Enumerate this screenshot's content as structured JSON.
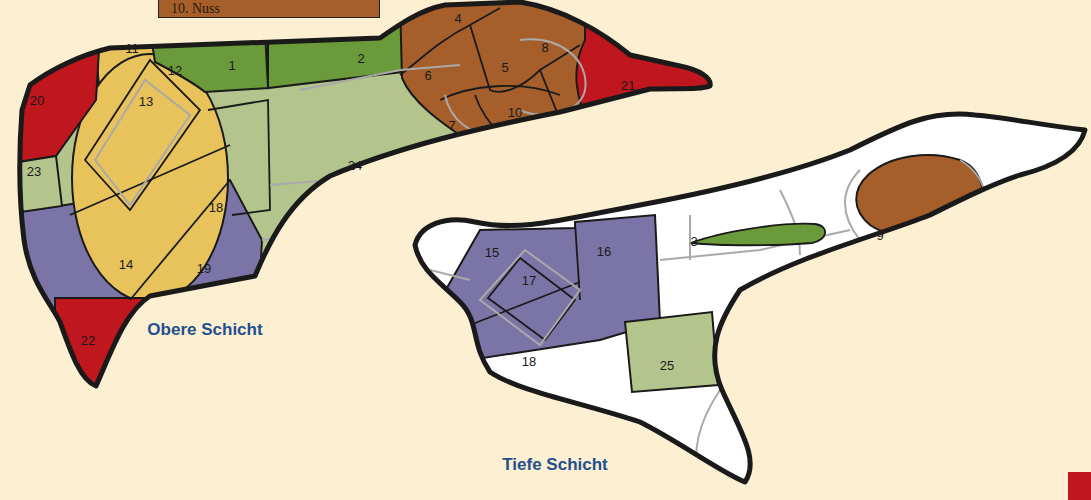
{
  "diagram": {
    "labels": [
      "4",
      "8",
      "6",
      "5",
      "1",
      "2",
      "11",
      "20",
      "12",
      "21",
      "13",
      "7",
      "10",
      "24",
      "23",
      "18",
      "14",
      "19",
      "22",
      "Obere Schicht",
      "15",
      "16",
      "3",
      "9",
      "17",
      "18",
      "25",
      "Tiefe Schicht"
    ],
    "legend": [
      {
        "text": "10. Nuss",
        "color": "#a65f2a"
      }
    ]
  }
}
